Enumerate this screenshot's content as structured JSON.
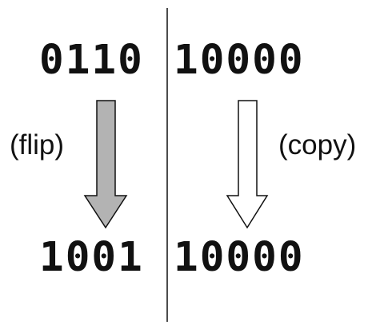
{
  "top": {
    "left_bits": "0110",
    "right_bits": "10000"
  },
  "bottom": {
    "left_bits": "1001",
    "right_bits": "10000"
  },
  "left_label": "(flip)",
  "right_label": "(copy)",
  "colors": {
    "flip_arrow_fill": "#b3b3b3",
    "copy_arrow_fill": "#ffffff",
    "stroke": "#111111"
  }
}
